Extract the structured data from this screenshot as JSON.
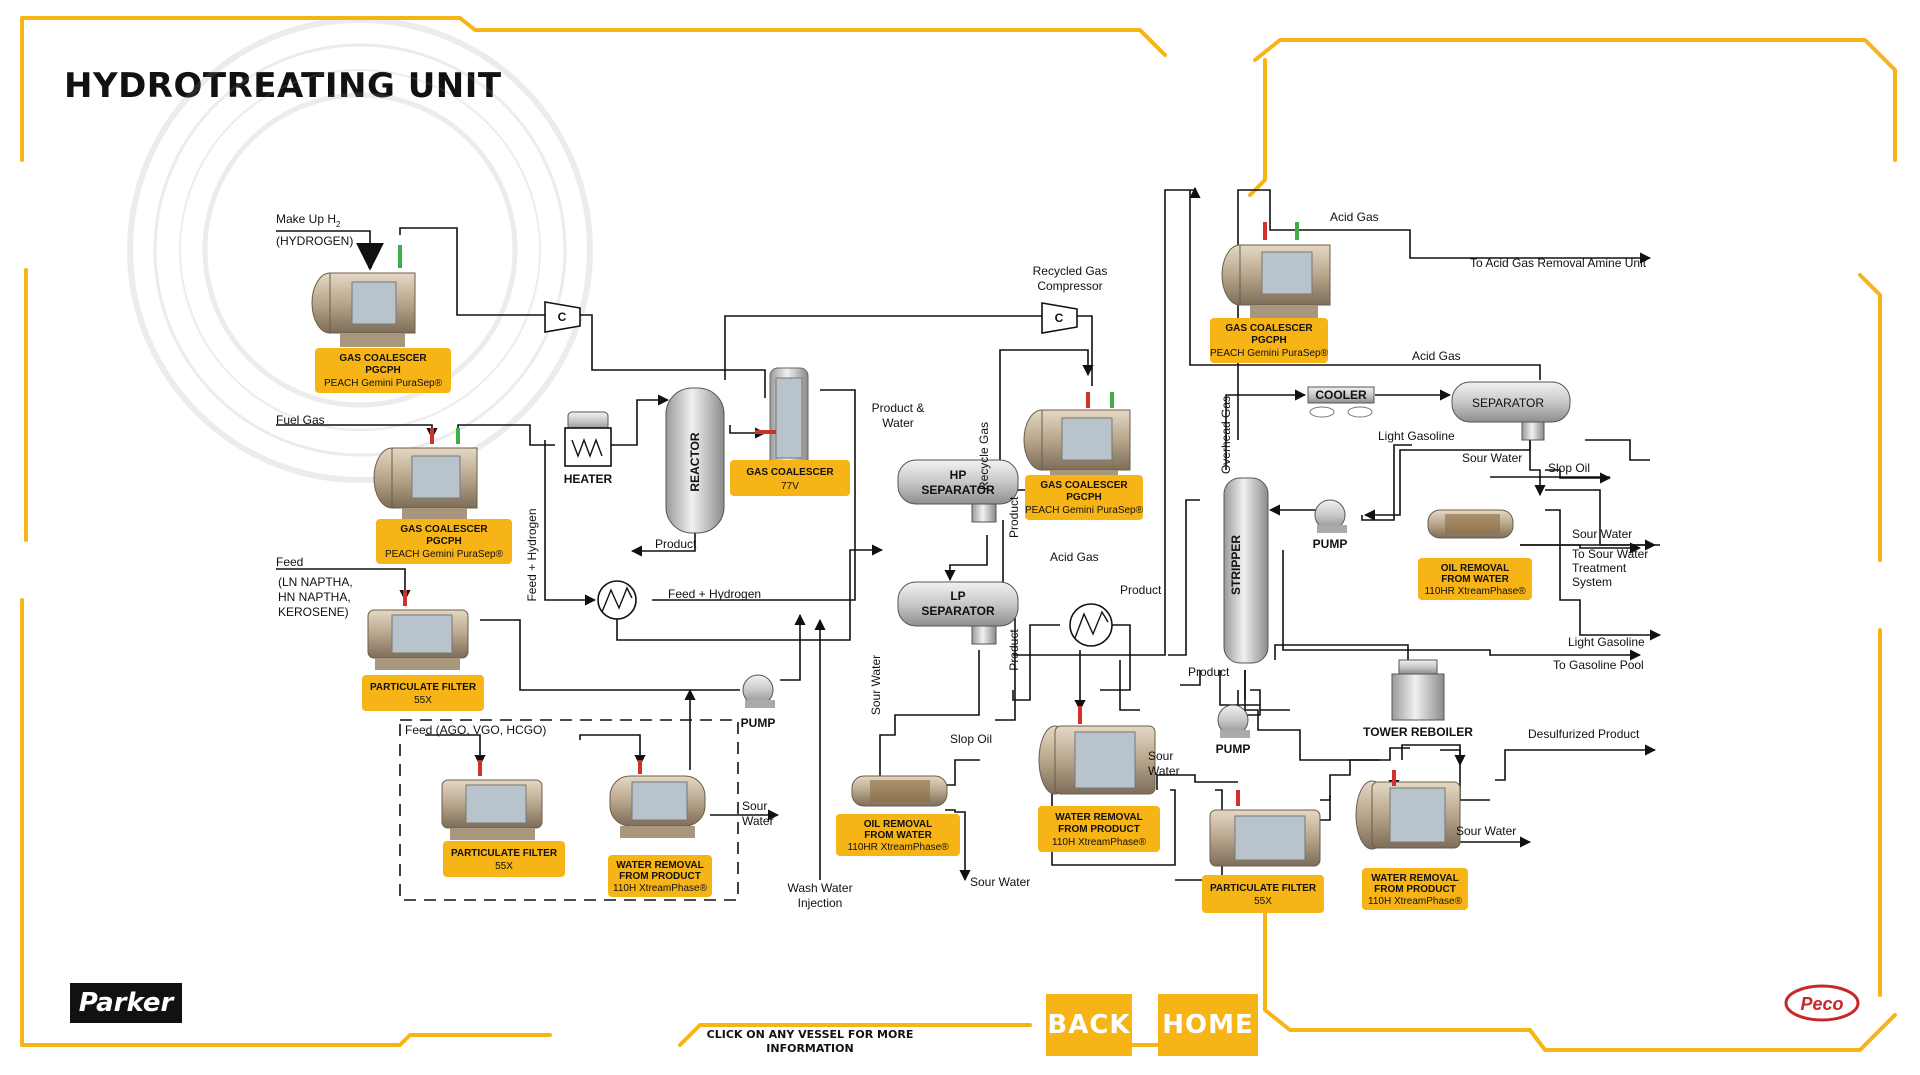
{
  "page": {
    "title": "HYDROTREATING UNIT"
  },
  "nav": {
    "back_label": "BACK",
    "home_label": "HOME",
    "hint": "CLICK ON ANY VESSEL FOR MORE INFORMATION"
  },
  "logos": {
    "parker": "Parker",
    "peco": "Peco"
  },
  "colors": {
    "accent": "#f6b417",
    "line": "#111111",
    "vessel": "#c9b9a3",
    "steel": "#d9d9d9",
    "hot_arrow": "#d32f2f",
    "cool_arrow": "#3fae49"
  },
  "labels": {
    "makeup_h2": "Make Up H",
    "makeup_h2_sub": "2",
    "hydrogen": "(HYDROGEN)",
    "fuel_gas": "Fuel Gas",
    "feed": "Feed",
    "feed_ln": "(LN NAPTHA,",
    "feed_hn": "HN NAPTHA,",
    "feed_ker": "KEROSENE)",
    "feed_ago": "Feed (AGO, VGO, HCGO)",
    "recycled_gas_compressor_1": "Recycled Gas",
    "recycled_gas_compressor_2": "Compressor",
    "product_water_1": "Product &",
    "product_water_2": "Water",
    "recycle_gas": "Recycle Gas",
    "product_hp": "Product",
    "product_reactor": "Product",
    "feed_hydrogen_v": "Feed + Hydrogen",
    "feed_hydrogen_h": "Feed + Hydrogen",
    "acid_gas_lp": "Acid Gas",
    "sour_water_lp": "Sour Water",
    "product_lp": "Product",
    "slop_oil_1": "Slop Oil",
    "sour_water_bottom": "Sour Water",
    "sour_water_dash_1": "Sour",
    "sour_water_dash_2": "Water",
    "wash_water_1": "Wash Water",
    "wash_water_2": "Injection",
    "product_hx": "Product",
    "product_stripper": "Product",
    "overhead_gas": "Overhead Gas",
    "acid_gas_top": "Acid Gas",
    "to_acid_gas": "To Acid Gas Removal Amine Unit",
    "acid_gas_sep": "Acid Gas",
    "light_gasoline_sep": "Light Gasoline",
    "sour_water_sep": "Sour Water",
    "slop_oil_2": "Slop Oil",
    "sour_water_out": "Sour Water",
    "to_sour_1": "To Sour Water",
    "to_sour_2": "Treatment",
    "to_sour_3": "System",
    "light_gasoline_out": "Light Gasoline",
    "to_gasoline_pool": "To Gasoline Pool",
    "desulfurized_product": "Desulfurized Product",
    "sour_water_wr1": "Sour",
    "sour_water_wr2": "Water",
    "sour_water_final": "Sour Water"
  },
  "equipment": {
    "heater": "HEATER",
    "reactor": "REACTOR",
    "compressor": "C",
    "hp_separator_1": "HP",
    "hp_separator_2": "SEPARATOR",
    "lp_separator_1": "LP",
    "lp_separator_2": "SEPARATOR",
    "stripper": "STRIPPER",
    "cooler": "COOLER",
    "separator": "SEPARATOR",
    "tower_reboiler": "TOWER REBOILER",
    "pump": "PUMP"
  },
  "vessels": [
    {
      "id": "gc1",
      "l1": "GAS COALESCER",
      "l2": "PGCPH",
      "l3": "PEACH Gemini PuraSep®"
    },
    {
      "id": "gc2",
      "l1": "GAS COALESCER",
      "l2": "PGCPH",
      "l3": "PEACH Gemini PuraSep®"
    },
    {
      "id": "gc3",
      "l1": "GAS COALESCER",
      "l2": "77V",
      "l3": ""
    },
    {
      "id": "gc4",
      "l1": "GAS COALESCER",
      "l2": "PGCPH",
      "l3": "PEACH Gemini PuraSep®"
    },
    {
      "id": "gc5",
      "l1": "GAS COALESCER",
      "l2": "PGCPH",
      "l3": "PEACH Gemini PuraSep®"
    },
    {
      "id": "pf1",
      "l1": "PARTICULATE FILTER",
      "l2": "55X",
      "l3": ""
    },
    {
      "id": "pf2",
      "l1": "PARTICULATE FILTER",
      "l2": "55X",
      "l3": ""
    },
    {
      "id": "wr1",
      "l1": "WATER REMOVAL",
      "l2": "FROM PRODUCT",
      "l3": "110H XtreamPhase®"
    },
    {
      "id": "or1",
      "l1": "OIL REMOVAL",
      "l2": "FROM WATER",
      "l3": "110HR XtreamPhase®"
    },
    {
      "id": "wr2",
      "l1": "WATER REMOVAL",
      "l2": "FROM PRODUCT",
      "l3": "110H XtreamPhase®"
    },
    {
      "id": "or2",
      "l1": "OIL REMOVAL",
      "l2": "FROM WATER",
      "l3": "110HR XtreamPhase®"
    },
    {
      "id": "pf3",
      "l1": "PARTICULATE FILTER",
      "l2": "55X",
      "l3": ""
    },
    {
      "id": "wr3",
      "l1": "WATER REMOVAL",
      "l2": "FROM PRODUCT",
      "l3": "110H XtreamPhase®"
    }
  ]
}
